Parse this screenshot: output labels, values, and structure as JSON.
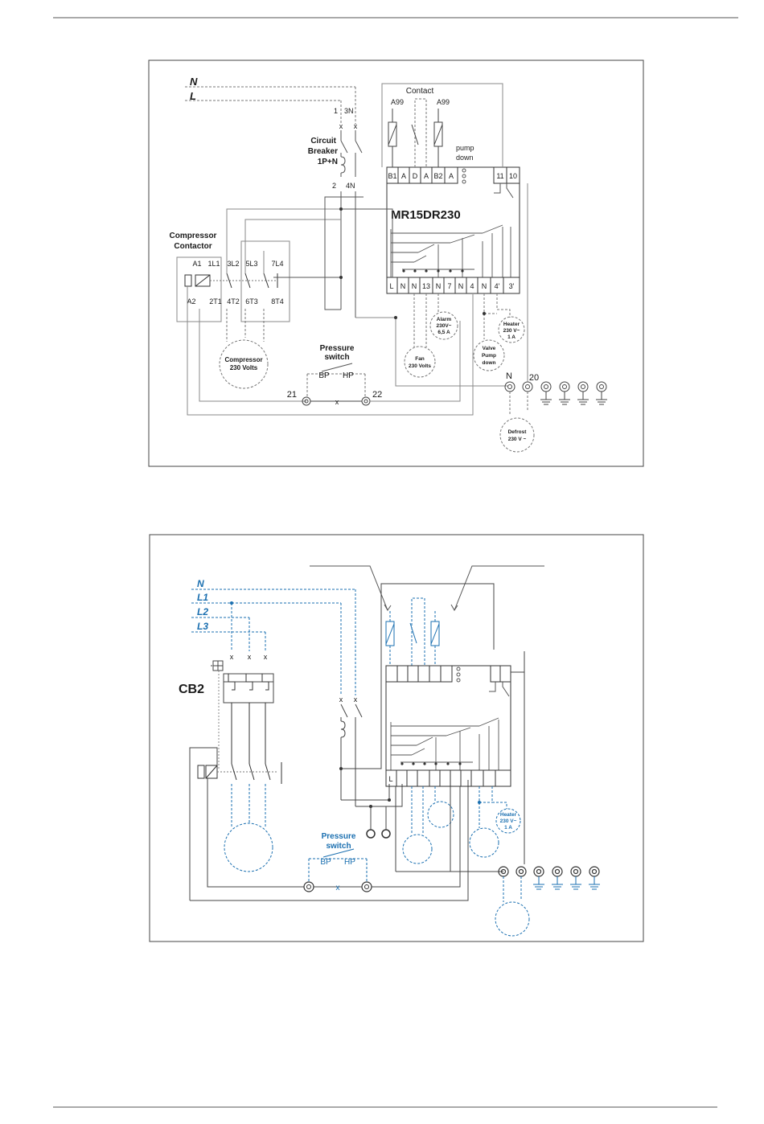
{
  "d1": {
    "n": "N",
    "l": "L",
    "cb_top1": "1",
    "cb_top2": "3N",
    "cb_title1": "Circuit",
    "cb_title2": "Breaker",
    "cb_title3": "1P+N",
    "cb_bot1": "2",
    "cb_bot2": "4N",
    "contact": "Contact",
    "a99_left": "A99",
    "a99_right": "A99",
    "pump1": "pump",
    "pump2": "down",
    "terms_top": [
      "B1",
      "A",
      "D",
      "A",
      "B2",
      "A"
    ],
    "term11": "11",
    "term10": "10",
    "model": "MR15DR230",
    "terms_bottom": [
      "L",
      "N",
      "N",
      "13",
      "N",
      "7",
      "N",
      "4",
      "N",
      "4'",
      "3'"
    ],
    "cc1": "Compressor",
    "cc2": "Contactor",
    "cc_top": [
      "A1",
      "1L1",
      "3L2",
      "5L3",
      "7L4"
    ],
    "cc_bot": [
      "A2",
      "2T1",
      "4T2",
      "6T3",
      "8T4"
    ],
    "comp1": "Compressor",
    "comp2": "230 Volts",
    "ps1": "Pressure",
    "ps2": "switch",
    "bp": "BP",
    "hp": "HP",
    "t21": "21",
    "t22": "22",
    "alarm1": "Alarm",
    "alarm2": "230V~",
    "alarm3": "6,5 A",
    "fan1": "Fan",
    "fan2": "230 Volts",
    "valve1": "Valve",
    "valve2": "Pump",
    "valve3": "down",
    "heater1": "Heater",
    "heater2": "230 V~",
    "heater3": "1 A",
    "nn": "N",
    "t20": "20",
    "def1": "Defrost",
    "def2": "230 V ~"
  },
  "d2": {
    "n": "N",
    "l1": "L1",
    "l2": "L2",
    "l3": "L3",
    "cb2": "CB2",
    "ps1": "Pressure",
    "ps2": "switch",
    "bp": "BP",
    "hp": "HP",
    "tl": "L",
    "heater1": "Heater",
    "heater2": "230 V~",
    "heater3": "1 A"
  },
  "colors": {
    "line": "#2a2a2a",
    "grey": "#8a8a8a",
    "blue": "#1a6fb0"
  }
}
